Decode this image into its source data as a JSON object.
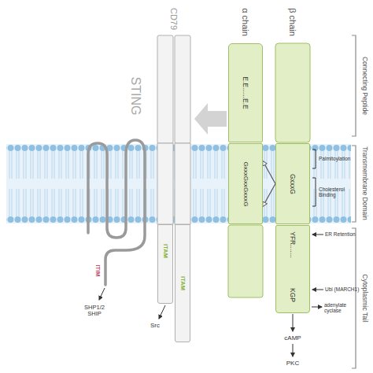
{
  "diagram": {
    "nodes": [
      {
        "text": [
          "ITAM"
        ]
      },
      {
        "text": [
          "ITAM"
        ]
      },
      {
        "text": [
          "E.E......E.E"
        ]
      },
      {
        "text": [
          "GxxxGxxGxxxG"
        ]
      },
      {
        "text": [
          "GxxxG"
        ]
      },
      {
        "text": [
          "YFR.......",
          "KGP"
        ]
      }
    ],
    "edges": [
      {
        "from": 4,
        "to": 3,
        "arrow": "to"
      },
      {
        "from": 4,
        "to": 3,
        "arrow": "to"
      }
    ],
    "labels": [
      "CD79",
      "α chain",
      "β chain",
      "STING",
      "Connecting Peptide",
      "Transmembrane Domain",
      "Cytoplasmic Tail",
      "Palmitoylation",
      "Cholesterol Binding",
      "ER Retention",
      "Ubi (MARCH1)",
      "adenylate cyclase",
      "cAMP",
      "PKC",
      "ITIM",
      "SHP1/2 SHIP",
      "Src"
    ]
  }
}
